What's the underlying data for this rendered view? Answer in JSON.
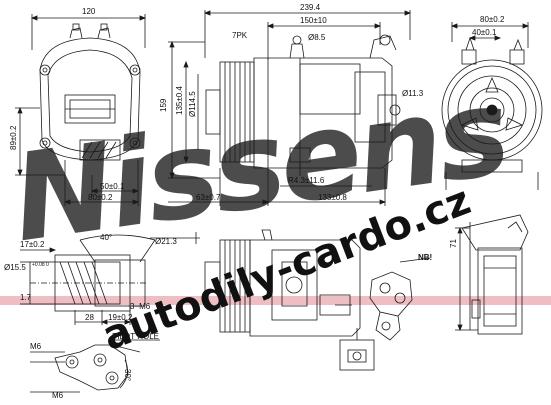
{
  "dimensions": {
    "d120": "120",
    "d239": "239.4",
    "d150": "150±10",
    "d80": "80±0.2",
    "d40": "40±0.1",
    "d7pk": "7PK",
    "d85": "Ø8.5",
    "d159": "159",
    "d135": "135±0.4",
    "d114": "Ø114.5",
    "d113": "Ø11.3",
    "d89": "89±0.2",
    "d50": "50±0.1",
    "d80b": "80±0.2",
    "d63": "63±0.7",
    "d43": "R4.3±11.6",
    "d133": "133±0.8",
    "d40deg": "40°",
    "d17": "17±0.2",
    "d213": "Ø21.3",
    "d155": "Ø15.5",
    "d155tol": "+0.08 0",
    "d17b": "1.7",
    "d28": "28",
    "d3m6": "3−M6",
    "d19": "19±0.2",
    "pilot": "PILOT HOLE",
    "m6a": "M6",
    "m6b": "M6",
    "d30": "30°",
    "d71": "71",
    "note": "NB!"
  },
  "watermark": {
    "brand": "Nissens",
    "site": "autodily-cardo.cz"
  },
  "colors": {
    "line": "#1a1a1a",
    "watermark_blue": "#c7d5ea",
    "watermark_text": "#1c1c1c",
    "red_band": "#e8a3a8"
  }
}
